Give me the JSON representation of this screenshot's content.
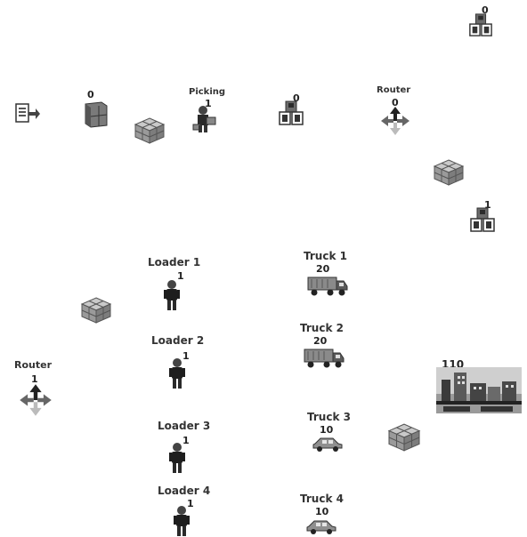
{
  "canvas": {
    "top_right_queue": {
      "count": "0"
    },
    "source": {},
    "storage": {
      "count": "0"
    },
    "picking": {
      "label": "Picking",
      "count": "1"
    },
    "queue_mid": {
      "count": "0"
    },
    "router_top": {
      "label": "Router",
      "count": "0"
    },
    "queue_right": {
      "count": "1"
    },
    "router_left": {
      "label": "Router",
      "count": "1"
    },
    "loaders": [
      {
        "label": "Loader 1",
        "count": "1"
      },
      {
        "label": "Loader 2",
        "count": "1"
      },
      {
        "label": "Loader 3",
        "count": "1"
      },
      {
        "label": "Loader 4",
        "count": "1"
      }
    ],
    "trucks": [
      {
        "label": "Truck 1",
        "count": "20"
      },
      {
        "label": "Truck 2",
        "count": "20"
      },
      {
        "label": "Truck 3",
        "count": "10"
      },
      {
        "label": "Truck 4",
        "count": "10"
      }
    ],
    "sink": {
      "count": "110"
    }
  }
}
